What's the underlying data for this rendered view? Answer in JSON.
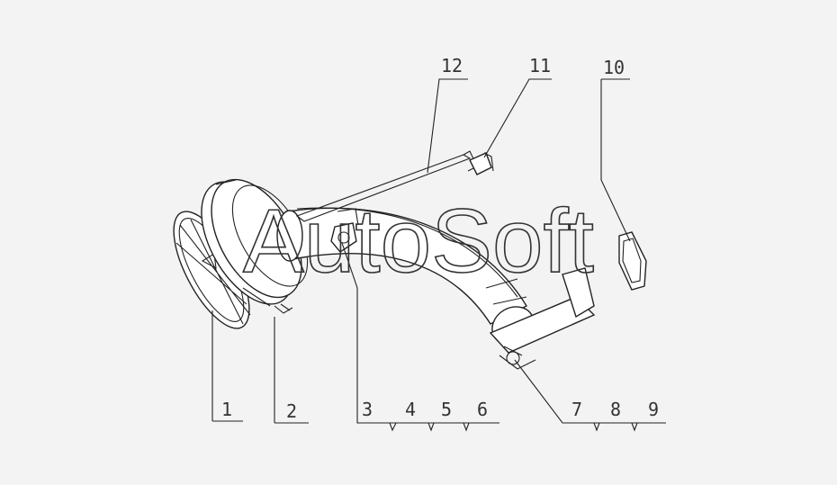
{
  "watermark": "AutoSoft",
  "callouts": {
    "p1": "1",
    "p2": "2",
    "p3": "3",
    "p4": "4",
    "p5": "5",
    "p6": "6",
    "p7": "7",
    "p8": "8",
    "p9": "9",
    "p10": "10",
    "p11": "11",
    "p12": "12"
  },
  "colors": {
    "line": "#222222",
    "background": "#f3f3f3"
  }
}
